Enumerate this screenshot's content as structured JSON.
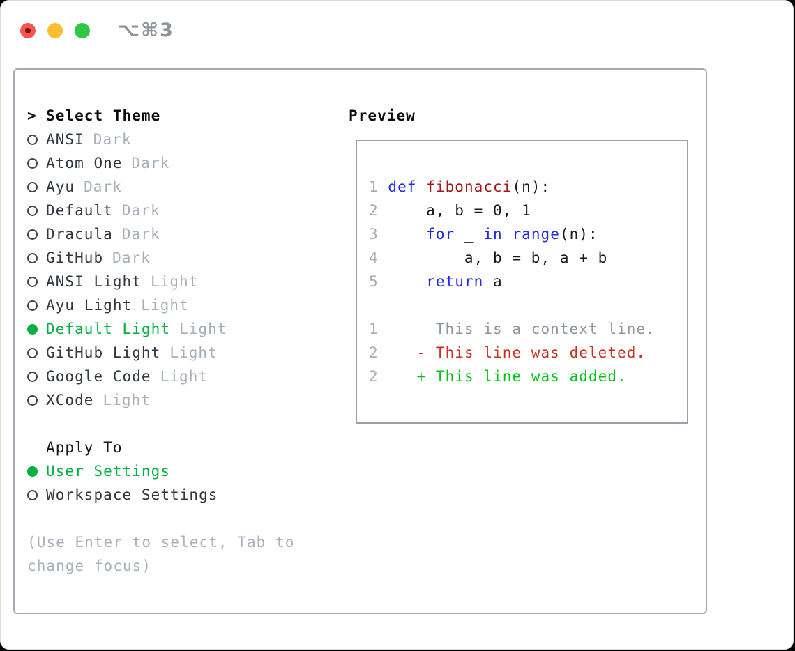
{
  "titlebar": {
    "shortcut": "⌥⌘3",
    "traffic_lights": [
      "close",
      "minimize",
      "zoom"
    ]
  },
  "colors": {
    "selection_green": "#00b141",
    "keyword_blue": "#2128e6",
    "function_red": "#a31515",
    "diff_deleted_red": "#c5321f",
    "diff_added_green": "#00c214",
    "traffic_red": "#f5564e",
    "traffic_yellow": "#fbbe2e",
    "traffic_green": "#33c748"
  },
  "theme_panel": {
    "prompt": ">",
    "title": "Select Theme",
    "items": [
      {
        "label": "ANSI",
        "variant": "Dark",
        "selected": false
      },
      {
        "label": "Atom One",
        "variant": "Dark",
        "selected": false
      },
      {
        "label": "Ayu",
        "variant": "Dark",
        "selected": false
      },
      {
        "label": "Default",
        "variant": "Dark",
        "selected": false
      },
      {
        "label": "Dracula",
        "variant": "Dark",
        "selected": false
      },
      {
        "label": "GitHub",
        "variant": "Dark",
        "selected": false
      },
      {
        "label": "ANSI Light",
        "variant": "Light",
        "selected": false
      },
      {
        "label": "Ayu Light",
        "variant": "Light",
        "selected": false
      },
      {
        "label": "Default Light",
        "variant": "Light",
        "selected": true
      },
      {
        "label": "GitHub Light",
        "variant": "Light",
        "selected": false
      },
      {
        "label": "Google Code",
        "variant": "Light",
        "selected": false
      },
      {
        "label": "XCode",
        "variant": "Light",
        "selected": false
      }
    ]
  },
  "apply_panel": {
    "title": "Apply To",
    "options": [
      {
        "label": "User Settings",
        "selected": true
      },
      {
        "label": "Workspace Settings",
        "selected": false
      }
    ]
  },
  "hint": {
    "line1": "(Use Enter to select, Tab to",
    "line2": "change focus)"
  },
  "preview": {
    "title": "Preview",
    "code_lines": [
      [
        [
          "1 ",
          "num"
        ],
        [
          "def",
          "kw"
        ],
        [
          " ",
          "code"
        ],
        [
          "fibonacci",
          "fn"
        ],
        [
          "(n):",
          "code"
        ]
      ],
      [
        [
          "2 ",
          "num"
        ],
        [
          "    a, b = 0, 1",
          "code"
        ]
      ],
      [
        [
          "3 ",
          "num"
        ],
        [
          "    ",
          "code"
        ],
        [
          "for",
          "kw"
        ],
        [
          " _ ",
          "code"
        ],
        [
          "in",
          "kw"
        ],
        [
          " ",
          "code"
        ],
        [
          "range",
          "kw"
        ],
        [
          "(n):",
          "code"
        ]
      ],
      [
        [
          "4 ",
          "num"
        ],
        [
          "        a, b = b, a + b",
          "code"
        ]
      ],
      [
        [
          "5 ",
          "num"
        ],
        [
          "    ",
          "code"
        ],
        [
          "return",
          "kw"
        ],
        [
          " a",
          "code"
        ]
      ],
      [],
      [
        [
          "1 ",
          "num"
        ],
        [
          "     This is a context line.",
          "ctx"
        ]
      ],
      [
        [
          "2 ",
          "num"
        ],
        [
          "   ",
          "code"
        ],
        [
          "- This line was deleted.",
          "del"
        ]
      ],
      [
        [
          "2 ",
          "num"
        ],
        [
          "   ",
          "code"
        ],
        [
          "+ This line was added.",
          "add"
        ]
      ]
    ]
  }
}
